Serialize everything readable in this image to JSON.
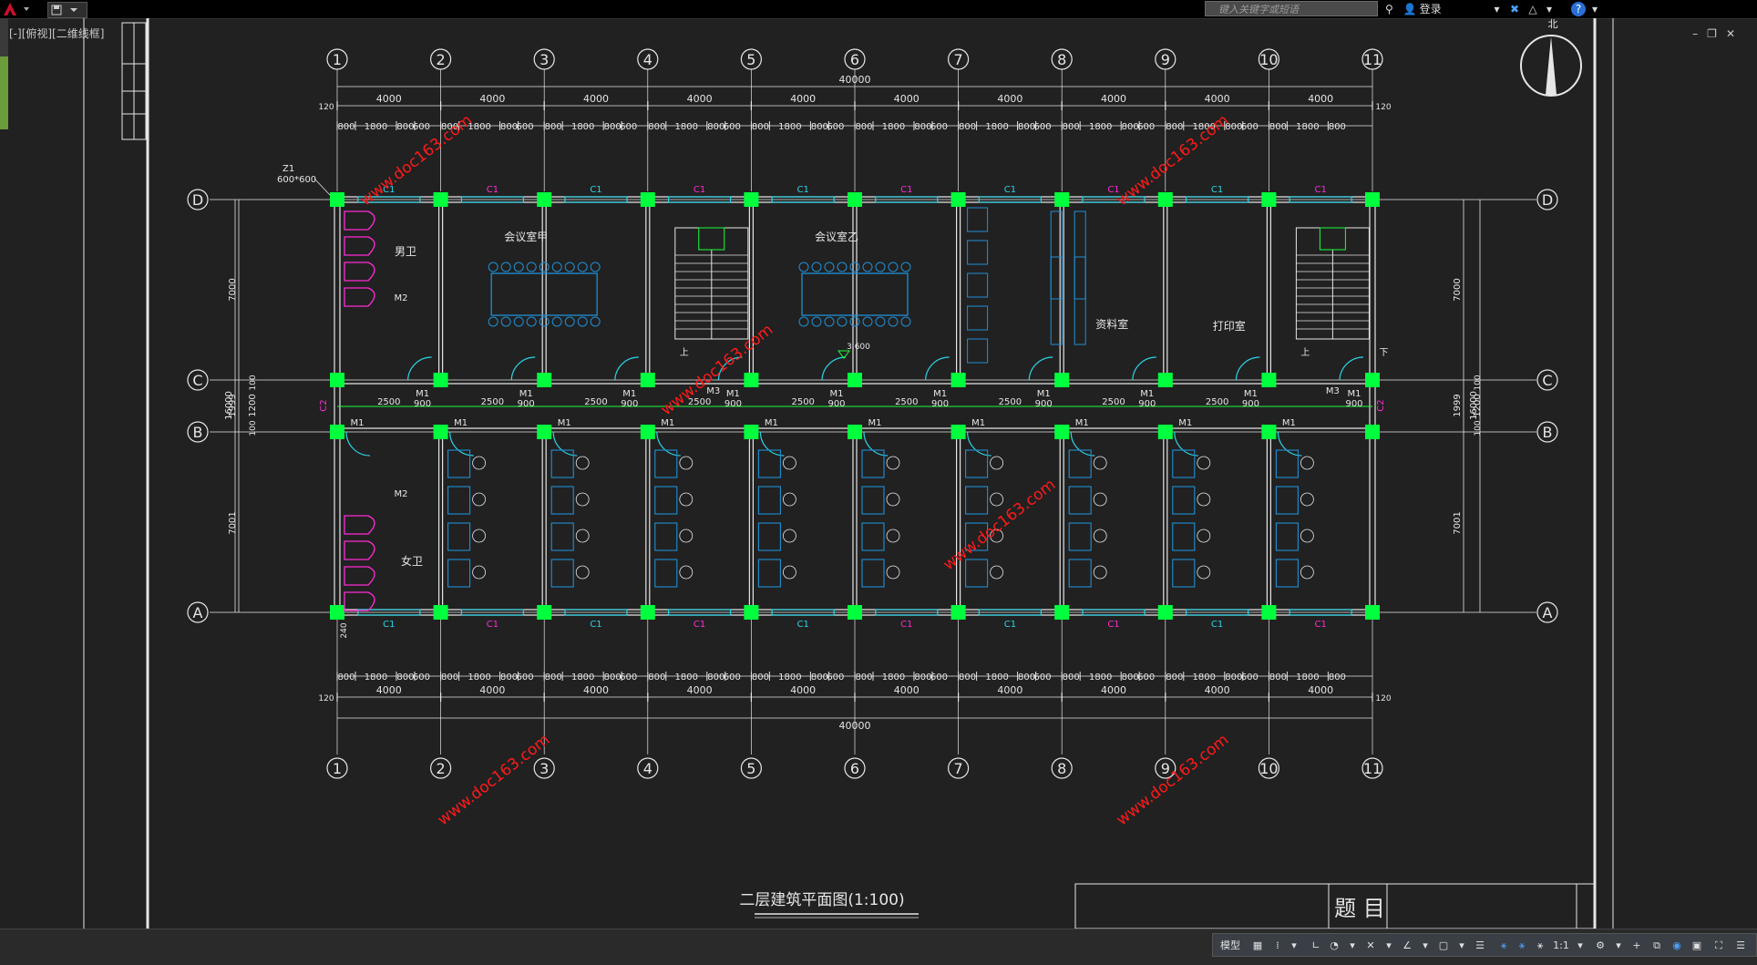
{
  "app": {
    "search_placeholder": "键入关键字或短语",
    "signin_label": "登录",
    "view_label": "[-][俯视][二维线框]",
    "status_model_label": "模型",
    "status_scale": "1:1"
  },
  "drawing": {
    "title": "二层建筑平面图(1:100)",
    "titleblock_label": "题 目",
    "north_label": "北",
    "watermark": "www.doc163.com",
    "column_grid": [
      "1",
      "2",
      "3",
      "4",
      "5",
      "6",
      "7",
      "8",
      "9",
      "10",
      "11"
    ],
    "row_grid": [
      "D",
      "C",
      "B",
      "A"
    ],
    "overall_dim": "40000",
    "bay_dims": [
      "4000",
      "4000",
      "4000",
      "4000",
      "4000",
      "4000",
      "4000",
      "4000",
      "4000",
      "4000"
    ],
    "edge_dim": "120",
    "detail_pattern": [
      "800",
      "1800",
      "800",
      "600"
    ],
    "window_labels_top": [
      "C1",
      "C1",
      "C1",
      "C1",
      "C1",
      "C1",
      "C1",
      "C1",
      "C1",
      "C1"
    ],
    "window_labels_bottom": [
      "C1",
      "C1",
      "C1",
      "C1",
      "C1",
      "C1",
      "C1",
      "C1",
      "C1",
      "C1"
    ],
    "corridor_dims": [
      "2500",
      "2500",
      "2500",
      "2500",
      "2500",
      "2500",
      "2500",
      "2500",
      "2500"
    ],
    "rooms": {
      "mens": "男卫",
      "womens": "女卫",
      "meeting_a": "会议室甲",
      "meeting_b": "会议室乙",
      "archive": "资料室",
      "print": "打印室"
    },
    "column_tag": "Z1",
    "column_size": "600*600",
    "door_m1": "M1",
    "door_m2": "M2",
    "door_m3": "M3",
    "door_w900": "900",
    "window_c2": "C2",
    "elevation": "3.600",
    "stair_up": "上",
    "stair_down": "下",
    "left_dims": {
      "top": "7000",
      "mid": "1999",
      "mid2": "1200",
      "bottom": "7001",
      "total": "16000",
      "small": "100"
    },
    "right_dims": {
      "top": "7000",
      "mid": "1999",
      "mid2": "1200",
      "bottom": "7001",
      "total": "16000",
      "small": "100"
    },
    "edge_24": "240"
  },
  "colors": {
    "grid": "#e6e6e6",
    "column": "#00ff3c",
    "window": "#2ad4e6",
    "furniture": "#1f8fd6",
    "magenta": "#ff2bd6",
    "watermark": "#ff1a1a",
    "stair": "#e6e6e6"
  }
}
